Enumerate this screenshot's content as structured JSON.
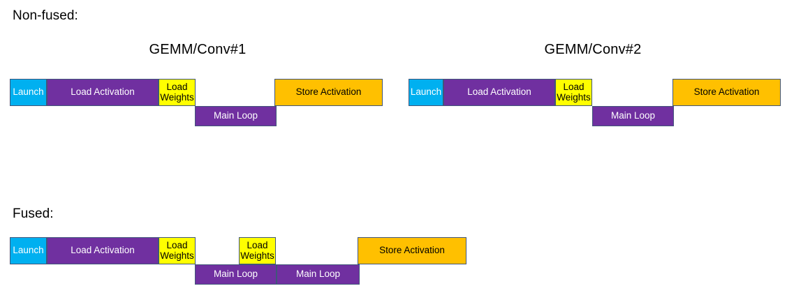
{
  "diagram": {
    "type": "timeline-gantt",
    "colors": {
      "launch": "#00B0F0",
      "load_activation": "#7030A0",
      "load_weights": "#FFFF00",
      "main_loop": "#7030A0",
      "store_activation": "#FFC000",
      "border": "#41567A",
      "background": "#FFFFFF",
      "text_dark": "#000000",
      "text_light": "#FFFFFF"
    },
    "sections": {
      "non_fused_label": "Non-fused:",
      "fused_label": "Fused:"
    },
    "group_titles": {
      "gemm1": "GEMM/Conv#1",
      "gemm2": "GEMM/Conv#2"
    },
    "non_fused": {
      "group1": {
        "launch": "Launch",
        "load_activation": "Load Activation",
        "load_weights": "Load\nWeights",
        "main_loop": "Main Loop",
        "store_activation": "Store Activation"
      },
      "group2": {
        "launch": "Launch",
        "load_activation": "Load Activation",
        "load_weights": "Load\nWeights",
        "main_loop": "Main Loop",
        "store_activation": "Store Activation"
      }
    },
    "fused": {
      "launch": "Launch",
      "load_activation": "Load Activation",
      "load_weights_1": "Load\nWeights",
      "load_weights_2": "Load\nWeights",
      "main_loop_1": "Main Loop",
      "main_loop_2": "Main Loop",
      "store_activation": "Store Activation"
    }
  }
}
